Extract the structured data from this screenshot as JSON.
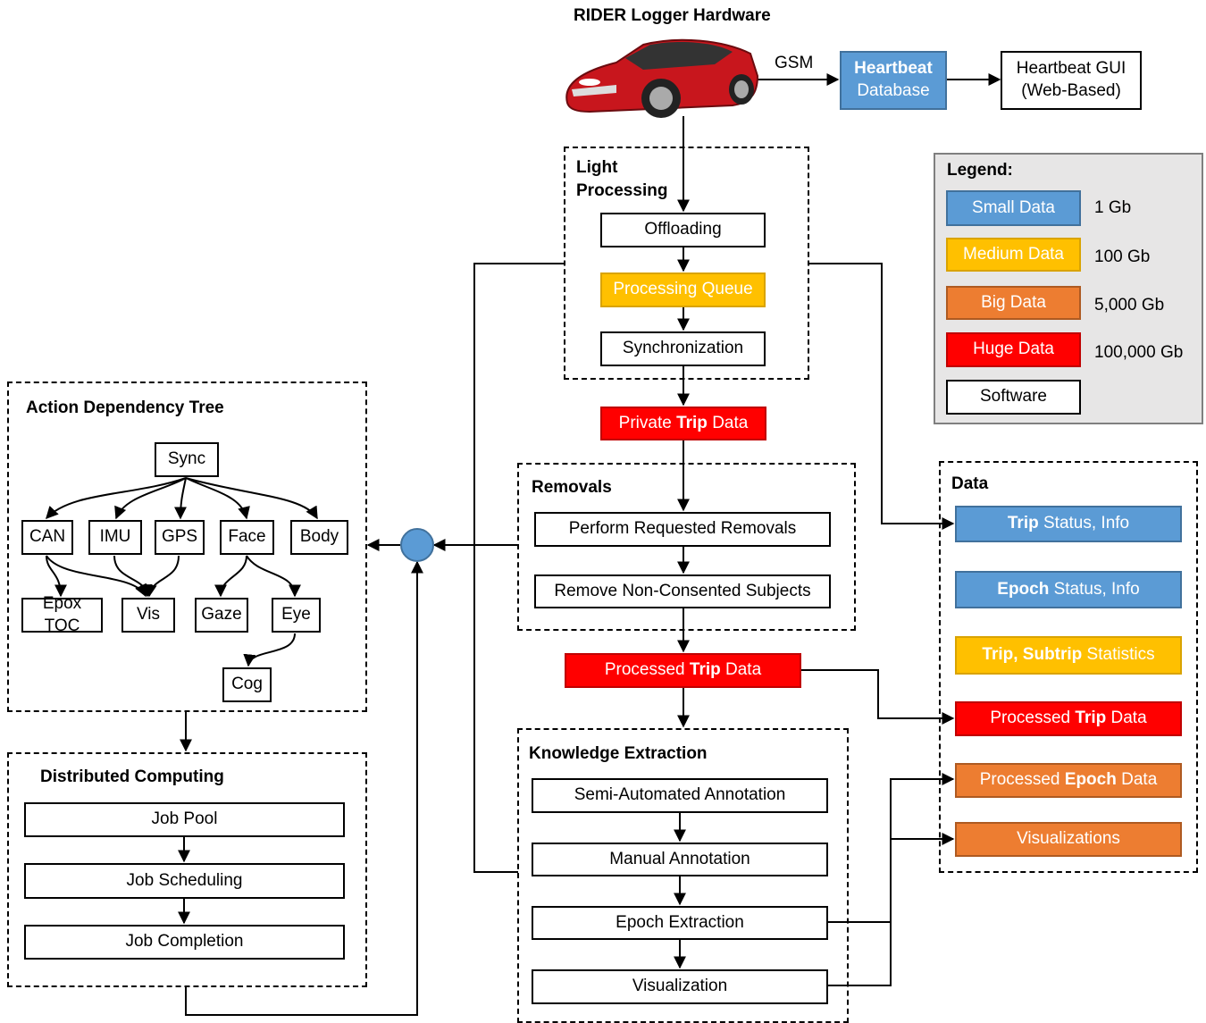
{
  "title": "RIDER Logger Hardware",
  "gsm_label": "GSM",
  "heartbeat_db": {
    "line1": "Heartbeat",
    "line2": "Database"
  },
  "heartbeat_gui": {
    "line1": "Heartbeat GUI",
    "line2": "(Web-Based)"
  },
  "light_processing": {
    "label_line1": "Light",
    "label_line2": "Processing",
    "steps": [
      "Offloading",
      "Processing Queue",
      "Synchronization"
    ]
  },
  "private_trip": {
    "pre": "Private ",
    "bold": "Trip",
    "post": " Data"
  },
  "removals": {
    "label": "Removals",
    "steps": [
      "Perform Requested Removals",
      "Remove Non-Consented Subjects"
    ]
  },
  "processed_trip": {
    "pre": "Processed ",
    "bold": "Trip",
    "post": " Data"
  },
  "knowledge": {
    "label": "Knowledge Extraction",
    "steps": [
      "Semi-Automated Annotation",
      "Manual Annotation",
      "Epoch Extraction",
      "Visualization"
    ]
  },
  "legend": {
    "title": "Legend:",
    "items": [
      {
        "name": "Small Data",
        "size": "1 Gb",
        "color": "#5b9bd5"
      },
      {
        "name": "Medium Data",
        "size": "100 Gb",
        "color": "#ffc000"
      },
      {
        "name": "Big Data",
        "size": "5,000 Gb",
        "color": "#ed7d31"
      },
      {
        "name": "Huge Data",
        "size": "100,000 Gb",
        "color": "#ff0000"
      },
      {
        "name": "Software",
        "size": "",
        "color": "#ffffff"
      }
    ]
  },
  "data_group": {
    "label": "Data",
    "items": [
      {
        "bold": "Trip",
        "rest": " Status, Info",
        "pre": ""
      },
      {
        "bold": "Epoch",
        "rest": " Status, Info",
        "pre": ""
      },
      {
        "bold": "Trip, Subtrip",
        "rest": " Statistics",
        "pre": ""
      },
      {
        "pre": "Processed ",
        "bold": "Trip",
        "rest": " Data"
      },
      {
        "pre": "Processed ",
        "bold": "Epoch",
        "rest": " Data"
      },
      {
        "pre": "Visualizations",
        "bold": "",
        "rest": ""
      }
    ]
  },
  "adt": {
    "label": "Action Dependency Tree",
    "nodes": {
      "sync": "Sync",
      "can": "CAN",
      "imu": "IMU",
      "gps": "GPS",
      "face": "Face",
      "body": "Body",
      "epox": "Epox TOC",
      "vis": "Vis",
      "gaze": "Gaze",
      "eye": "Eye",
      "cog": "Cog"
    }
  },
  "distributed": {
    "label": "Distributed Computing",
    "steps": [
      "Job Pool",
      "Job Scheduling",
      "Job Completion"
    ]
  },
  "colors": {
    "small": "#5b9bd5",
    "medium": "#ffc000",
    "big": "#ed7d31",
    "huge": "#ff0000",
    "merge_node": "#5b9bd5"
  }
}
